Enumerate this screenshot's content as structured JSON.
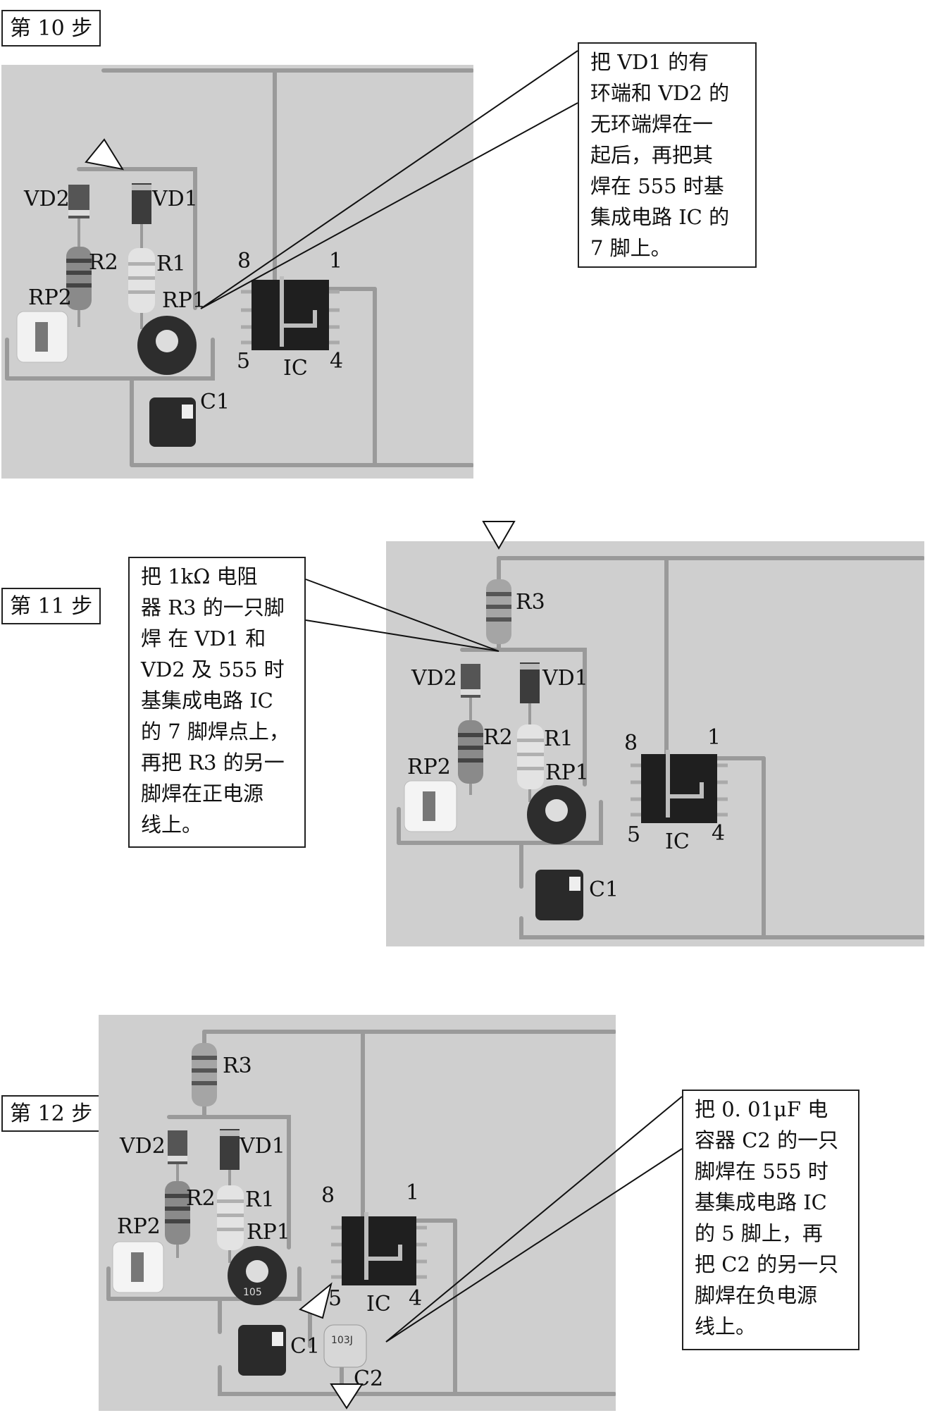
{
  "steps": [
    {
      "label": "第 10 步",
      "note_lines": [
        "把 VD1 的有",
        "环端和 VD2 的",
        "无环端焊在一",
        "起后，再把其",
        "焊在 555 时基",
        "集成电路 IC 的",
        "7 脚上。"
      ],
      "parts": {
        "vd2": "VD2",
        "vd1": "VD1",
        "r2": "R2",
        "r1": "R1",
        "rp2": "RP2",
        "rp1": "RP1",
        "c1": "C1",
        "ic": "IC",
        "pin8": "8",
        "pin1": "1",
        "pin5": "5",
        "pin4": "4"
      }
    },
    {
      "label": "第 11 步",
      "note_lines": [
        "把 1kΩ 电阻",
        "器 R3 的一只脚",
        "焊 在 VD1 和",
        "VD2 及 555 时",
        "基集成电路 IC",
        "的 7 脚焊点上，",
        "再把 R3 的另一",
        "脚焊在正电源",
        "线上。"
      ],
      "parts": {
        "r3": "R3",
        "vd2": "VD2",
        "vd1": "VD1",
        "r2": "R2",
        "r1": "R1",
        "rp2": "RP2",
        "rp1": "RP1",
        "c1": "C1",
        "ic": "IC",
        "pin8": "8",
        "pin1": "1",
        "pin5": "5",
        "pin4": "4"
      }
    },
    {
      "label": "第 12 步",
      "note_lines": [
        "把 0. 01μF 电",
        "容器 C2 的一只",
        "脚焊在 555 时",
        "基集成电路 IC",
        "的 5 脚上，再",
        "把 C2 的另一只",
        "脚焊在负电源",
        "线上。"
      ],
      "parts": {
        "r3": "R3",
        "vd2": "VD2",
        "vd1": "VD1",
        "r2": "R2",
        "r1": "R1",
        "rp2": "RP2",
        "rp1": "RP1",
        "c1": "C1",
        "c2": "C2",
        "ic": "IC",
        "pin8": "8",
        "pin1": "1",
        "pin5": "5",
        "pin4": "4",
        "cap_mark": "103J",
        "pot_mark": "105"
      }
    }
  ]
}
